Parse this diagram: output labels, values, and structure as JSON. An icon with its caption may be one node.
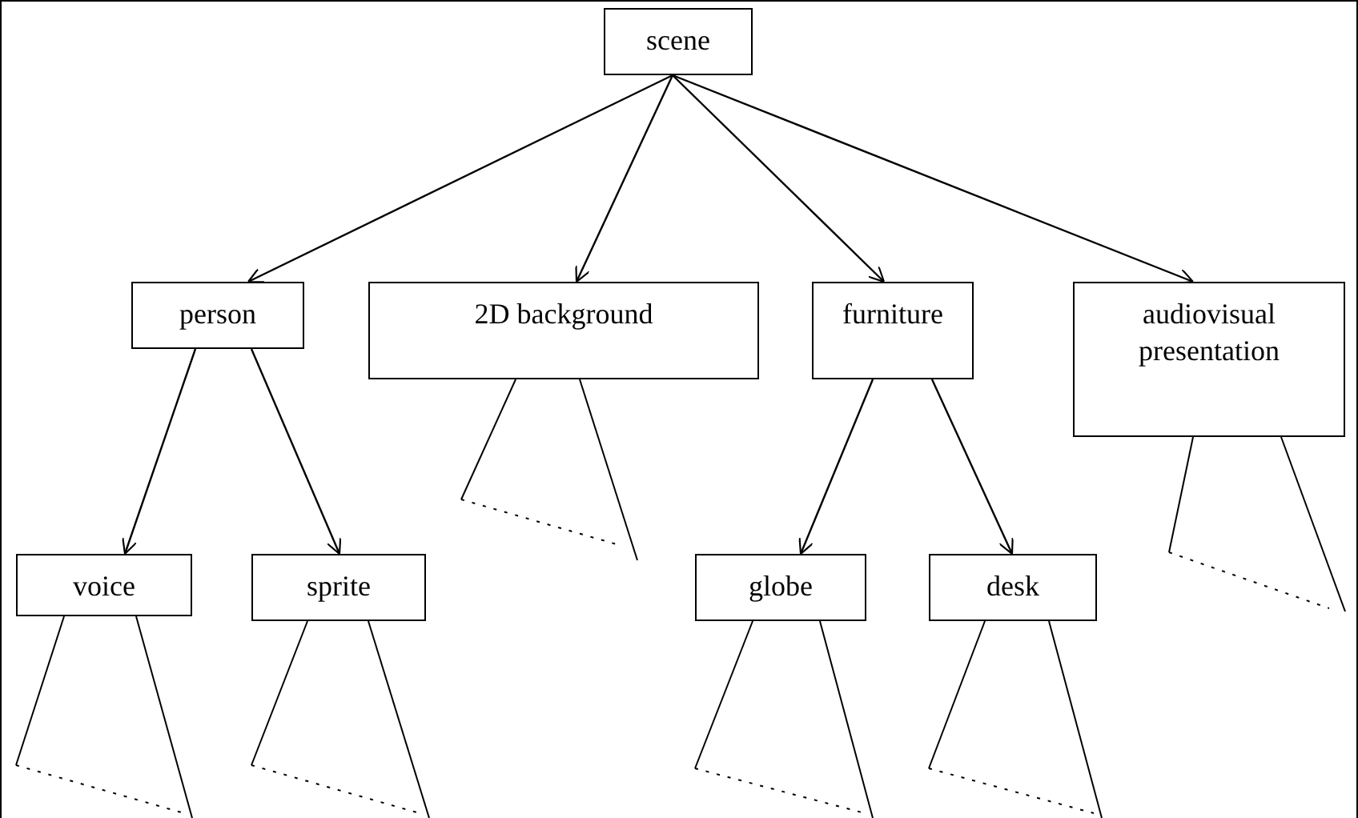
{
  "diagram": {
    "nodes": [
      {
        "text": [
          "scene"
        ]
      },
      {
        "text": [
          "person"
        ]
      },
      {
        "text": [
          "2D background"
        ]
      },
      {
        "text": [
          "furniture"
        ]
      },
      {
        "text": [
          "audiovisual presentation"
        ]
      },
      {
        "text": [
          "voice"
        ]
      },
      {
        "text": [
          "sprite"
        ]
      },
      {
        "text": [
          "globe"
        ]
      },
      {
        "text": [
          "desk"
        ]
      }
    ],
    "edges": [
      {
        "from": 0,
        "to": 1,
        "arrow": "to"
      },
      {
        "from": 0,
        "to": 2,
        "arrow": "to"
      },
      {
        "from": 0,
        "to": 3,
        "arrow": "to"
      },
      {
        "from": 0,
        "to": 4,
        "arrow": "to"
      },
      {
        "from": 1,
        "to": 5,
        "arrow": "to"
      },
      {
        "from": 1,
        "to": 6,
        "arrow": "to"
      },
      {
        "from": 3,
        "to": 7,
        "arrow": "to"
      },
      {
        "from": 3,
        "to": 8,
        "arrow": "to"
      }
    ]
  }
}
